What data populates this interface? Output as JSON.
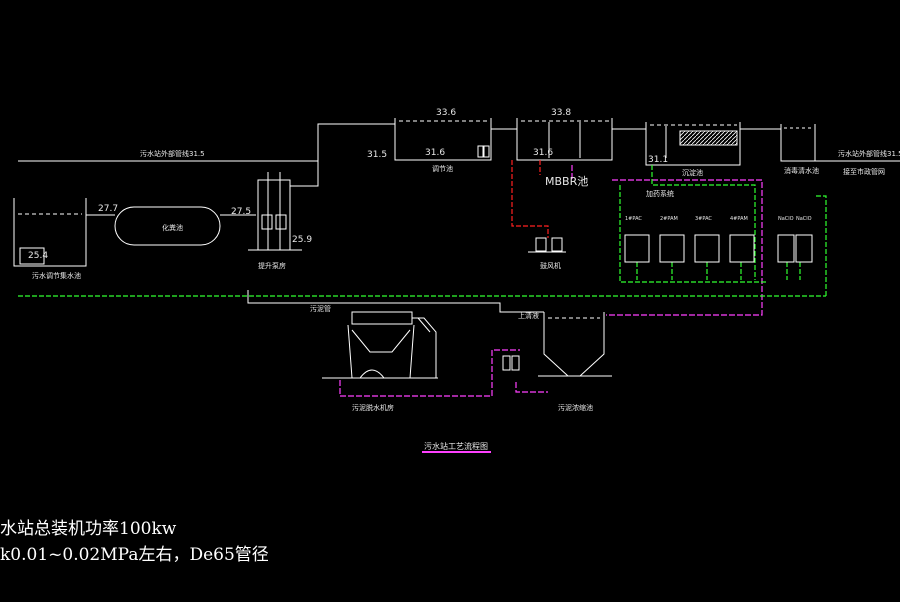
{
  "elevations": {
    "pool1": "33.6",
    "mbbr_top": "33.8",
    "inlet_pipe": "31.5",
    "pool1_bottom": "31.6",
    "mbbr_bottom": "31.6",
    "settler": "31.1",
    "outlet_pipe": "31.5",
    "collect_pipe": "27.7",
    "collect_bottom": "25.4",
    "tank_out": "27.5",
    "lift_bottom": "25.9"
  },
  "labels": {
    "mbbr": "MBBR池",
    "inlet_pipe": "污水站外部管线31.5",
    "outlet_pipe": "污水站外部管线31.5",
    "discharge": "接至市政管网",
    "pool1": "调节池",
    "settler": "沉淀池",
    "disinfect": "消毒清水池",
    "collect": "污水调节集水池",
    "tank": "化粪池",
    "lift": "提升泵房",
    "blower": "鼓风机",
    "dosing": "加药系统",
    "sludge_pipe": "污泥管",
    "supernatant": "上清液",
    "press": "污泥脱水机房",
    "thickener": "污泥浓缩池",
    "title": "污水站工艺流程图"
  },
  "dosing_units": [
    "1#PAC",
    "2#PAM",
    "3#PAC",
    "4#PAM"
  ],
  "disinfect_units": [
    "NaClO",
    "NaClO"
  ],
  "notes": {
    "line1": "水站总装机功率100kw",
    "line2": "k0.01~0.02MPa左右，De65管径"
  },
  "colors": {
    "background": "#000000",
    "pipe": "#ffffff",
    "air": "#ff2020",
    "dosing": "#30ff30",
    "sludge": "#ff40ff"
  }
}
